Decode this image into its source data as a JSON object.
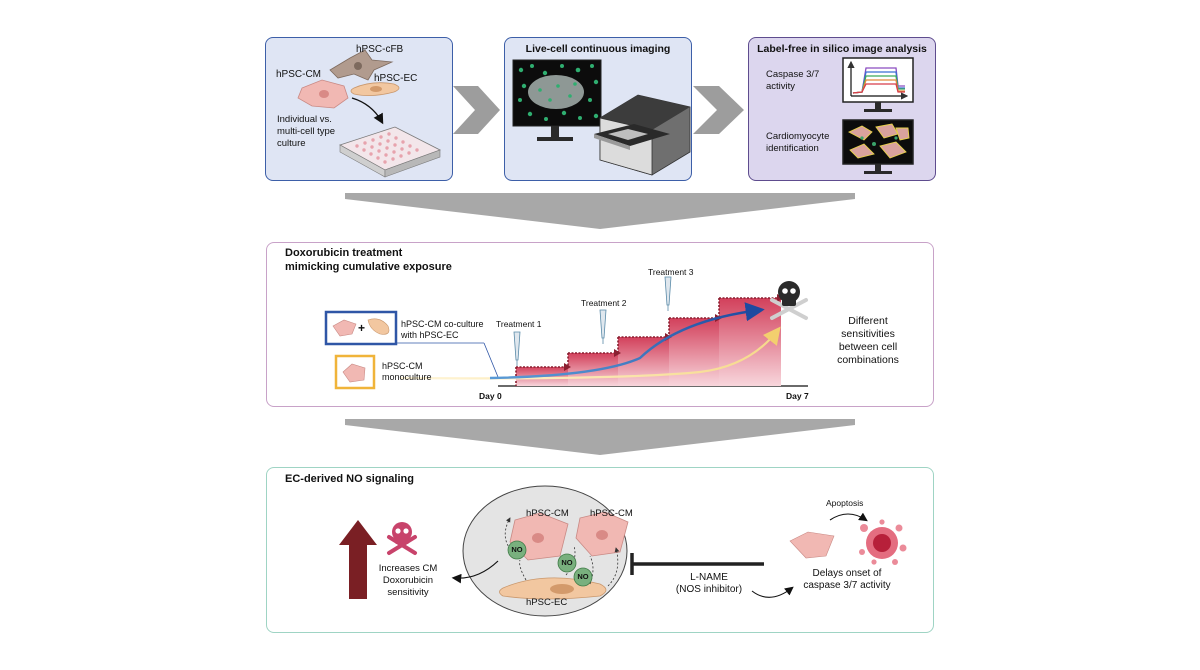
{
  "top": {
    "box1": {
      "fb": "hPSC-cFB",
      "cm": "hPSC-CM",
      "ec": "hPSC-EC",
      "culture_l1": "Individual vs.",
      "culture_l2": "multi-cell type",
      "culture_l3": "culture"
    },
    "box2": {
      "title": "Live-cell continuous imaging"
    },
    "box3": {
      "title": "Label-free in silico image analysis",
      "caspase_l1": "Caspase 3/7",
      "caspase_l2": "activity",
      "cardio_l1": "Cardiomyocyte",
      "cardio_l2": "identification"
    }
  },
  "middle": {
    "title_l1": "Doxorubicin treatment",
    "title_l2": "mimicking cumulative exposure",
    "treatments": [
      "Treatment 1",
      "Treatment 2",
      "Treatment 3"
    ],
    "coculture_l1": "hPSC-CM co-culture",
    "coculture_l2": "with hPSC-EC",
    "mono_l1": "hPSC-CM",
    "mono_l2": "monoculture",
    "day_start": "Day 0",
    "day_end": "Day 7",
    "result_l1": "Different",
    "result_l2": "sensitivities",
    "result_l3": "between cell",
    "result_l4": "combinations"
  },
  "bottom": {
    "title": "EC-derived NO signaling",
    "cm_label": "hPSC-CM",
    "ec_label": "hPSC-EC",
    "no_label": "NO",
    "effect_l1": "Increases CM",
    "effect_l2": "Doxorubicin",
    "effect_l3": "sensitivity",
    "inhibitor_l1": "L-NAME",
    "inhibitor_l2": "(NOS inhibitor)",
    "apoptosis": "Apoptosis",
    "delay_l1": "Delays onset of",
    "delay_l2": "caspase 3/7 activity"
  },
  "colors": {
    "blue_border": "#3d5fa8",
    "top_fill": "#dfe5f4",
    "analysis_fill": "#dcd6ee",
    "purple_border": "#5e4c8e",
    "mid_border": "#c8a2c8",
    "bottom_border": "#9fd4c4",
    "gray_arrow": "#a8a8a8",
    "chevron": "#9d9d9d",
    "cell_pink": "#f1b8b3",
    "cell_tan": "#f2c7a0",
    "cell_fb": "#b19b8e",
    "step_fill": "#d94e66",
    "step_light": "#f7d3d9",
    "dark_red": "#7a1f24",
    "co_border": "#2f56a6",
    "mono_border": "#f0b43a",
    "no_green": "#79b07e",
    "skull_pink": "#c8436b"
  }
}
